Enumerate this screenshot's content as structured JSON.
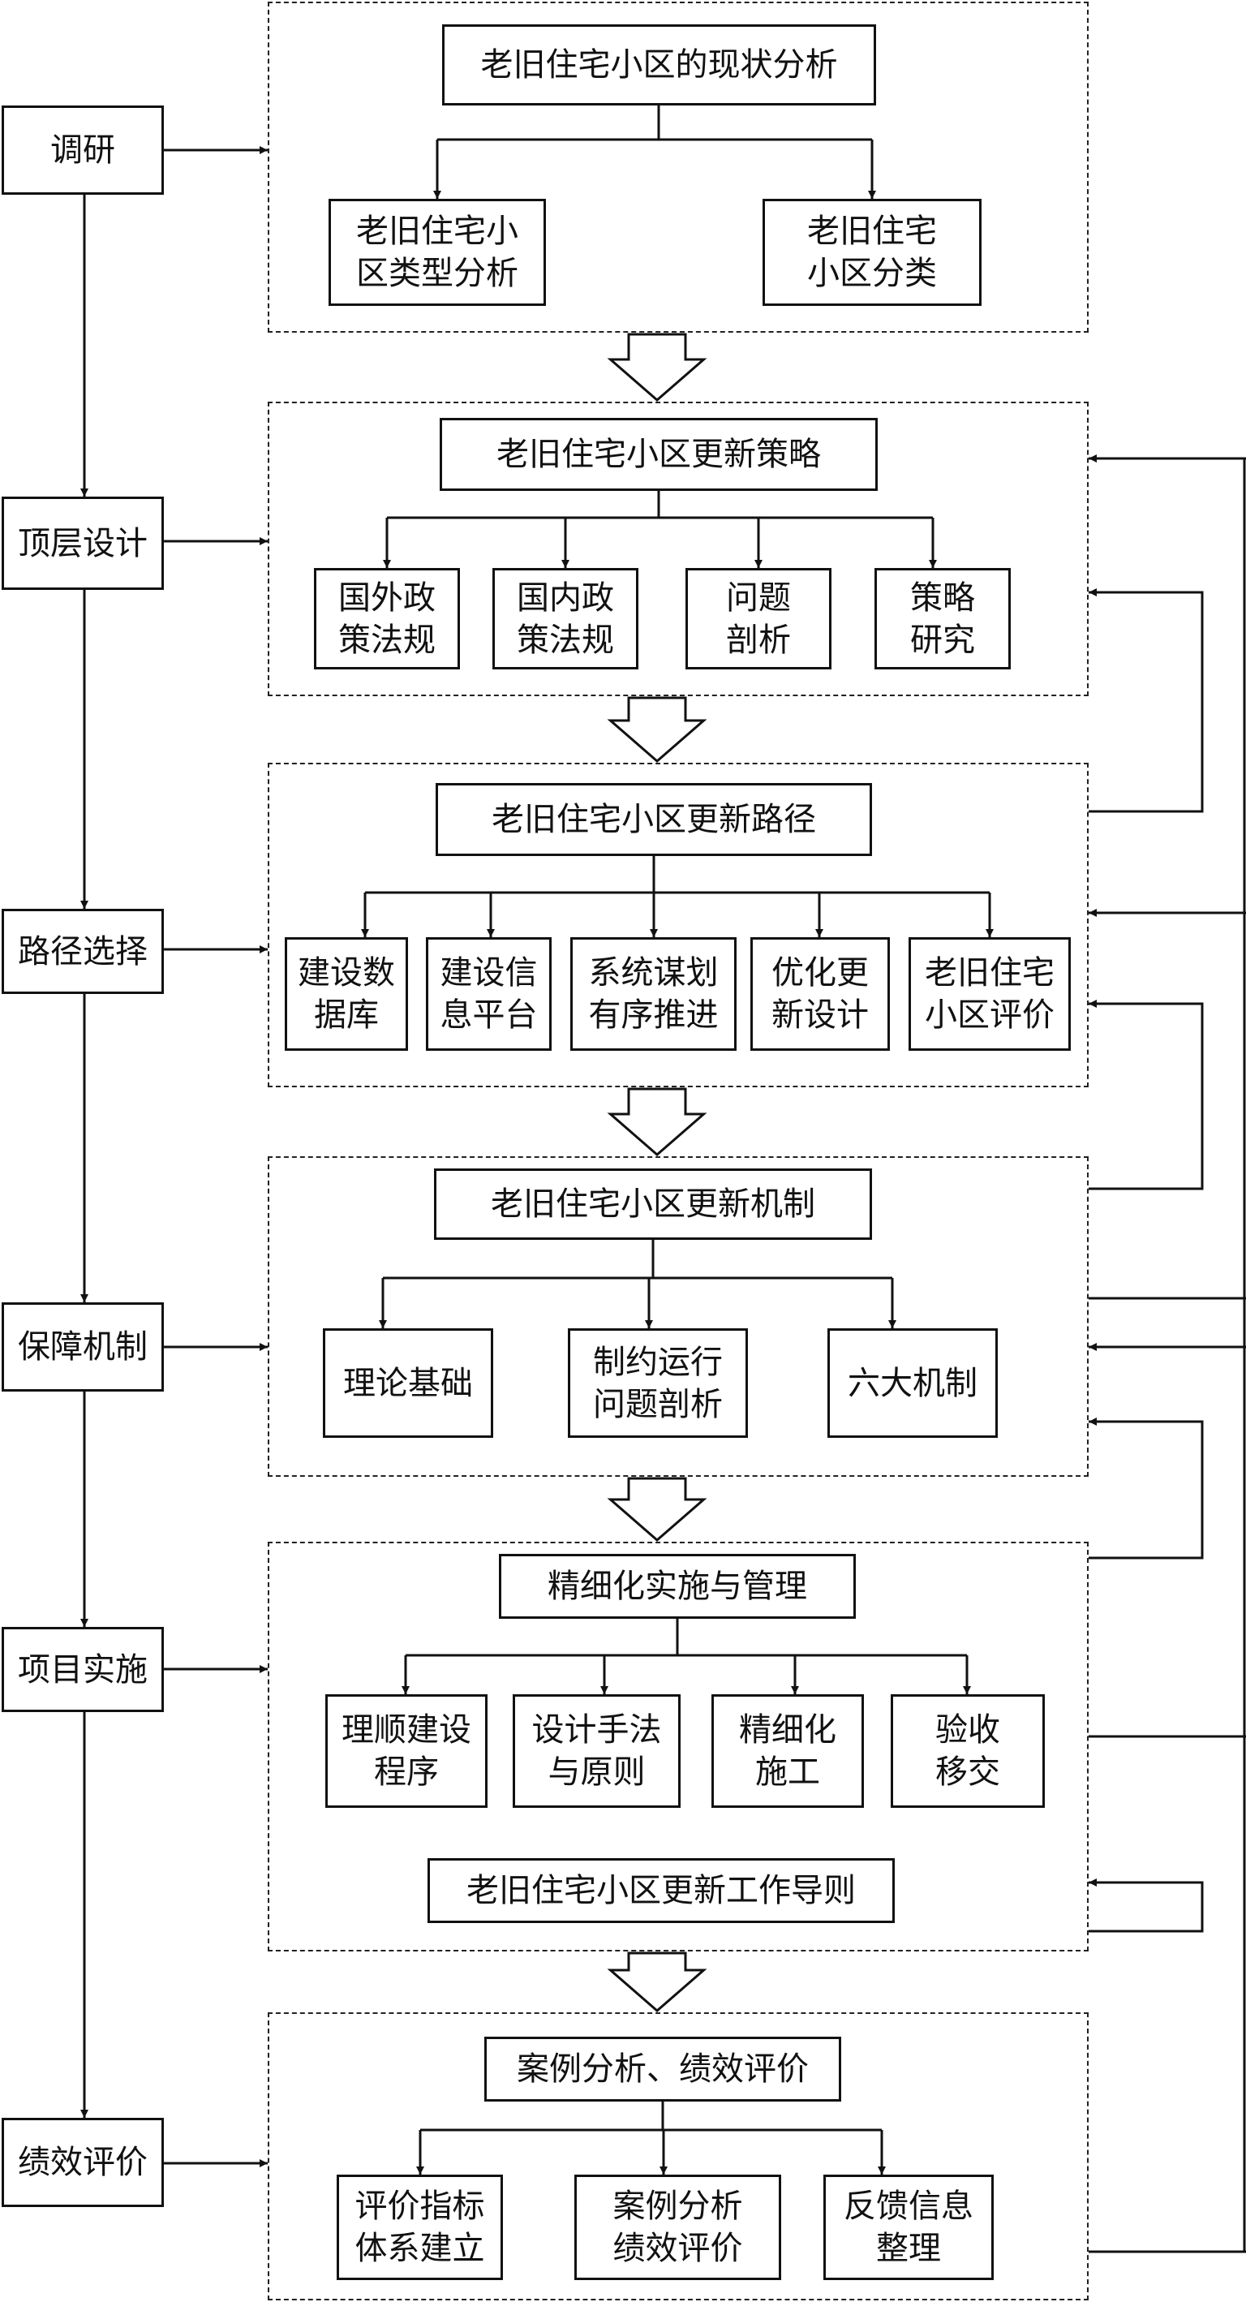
{
  "stages": [
    {
      "id": "research",
      "label": "调研"
    },
    {
      "id": "top",
      "label": "顶层设计"
    },
    {
      "id": "path",
      "label": "路径选择"
    },
    {
      "id": "guarantee",
      "label": "保障机制"
    },
    {
      "id": "impl",
      "label": "项目实施"
    },
    {
      "id": "eval",
      "label": "绩效评价"
    }
  ],
  "groups": [
    {
      "id": "g1",
      "title": "老旧住宅小区的现状分析",
      "items": [
        "老旧住宅小\n区类型分析",
        "老旧住宅\n小区分类"
      ]
    },
    {
      "id": "g2",
      "title": "老旧住宅小区更新策略",
      "items": [
        "国外政\n策法规",
        "国内政\n策法规",
        "问题\n剖析",
        "策略\n研究"
      ]
    },
    {
      "id": "g3",
      "title": "老旧住宅小区更新路径",
      "items": [
        "建设数\n据库",
        "建设信\n息平台",
        "系统谋划\n有序推进",
        "优化更\n新设计",
        "老旧住宅\n小区评价"
      ]
    },
    {
      "id": "g4",
      "title": "老旧住宅小区更新机制",
      "items": [
        "理论基础",
        "制约运行\n问题剖析",
        "六大机制"
      ]
    },
    {
      "id": "g5",
      "title": "精细化实施与管理",
      "items": [
        "理顺建设\n程序",
        "设计手法\n与原则",
        "精细化\n施工",
        "验收\n移交"
      ],
      "footer": "老旧住宅小区更新工作导则"
    },
    {
      "id": "g6",
      "title": "案例分析、绩效评价",
      "items": [
        "评价指标\n体系建立",
        "案例分析\n绩效评价",
        "反馈信息\n整理"
      ]
    }
  ]
}
